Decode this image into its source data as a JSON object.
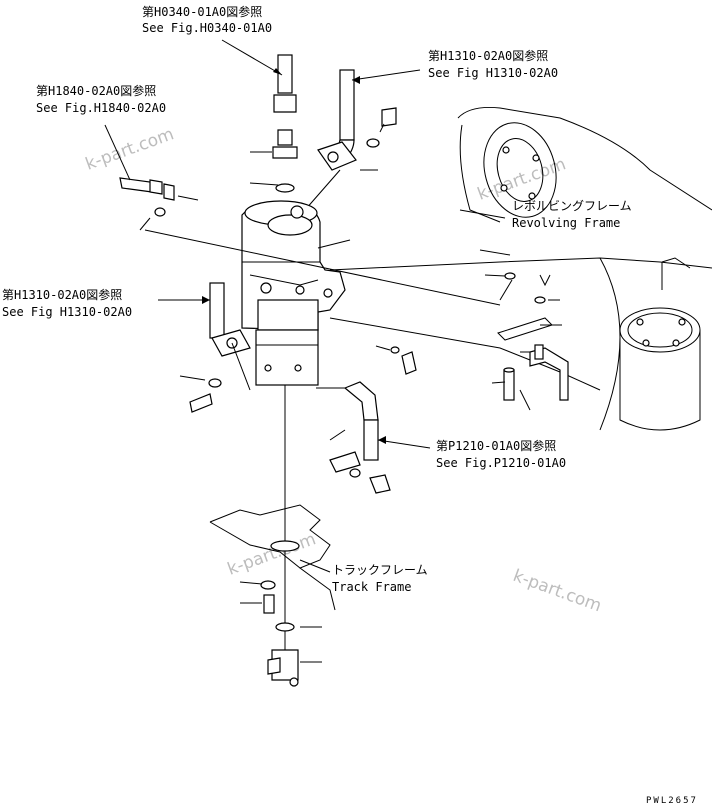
{
  "callouts": {
    "h0340": {
      "jp": "第H0340-01A0図参照",
      "en": "See Fig.H0340-01A0"
    },
    "h1310_top": {
      "jp": "第H1310-02A0図参照",
      "en": "See Fig H1310-02A0"
    },
    "h1840": {
      "jp": "第H1840-02A0図参照",
      "en": "See Fig.H1840-02A0"
    },
    "h1310_left": {
      "jp": "第H1310-02A0図参照",
      "en": "See Fig H1310-02A0"
    },
    "p1210": {
      "jp": "第P1210-01A0図参照",
      "en": "See Fig.P1210-01A0"
    }
  },
  "frames": {
    "revolving": {
      "jp": "レボルビングフレーム",
      "en": "Revolving Frame"
    },
    "track": {
      "jp": "トラックフレーム",
      "en": "Track Frame"
    }
  },
  "watermark": "k-part.com",
  "drawing_code": "PWL2657"
}
